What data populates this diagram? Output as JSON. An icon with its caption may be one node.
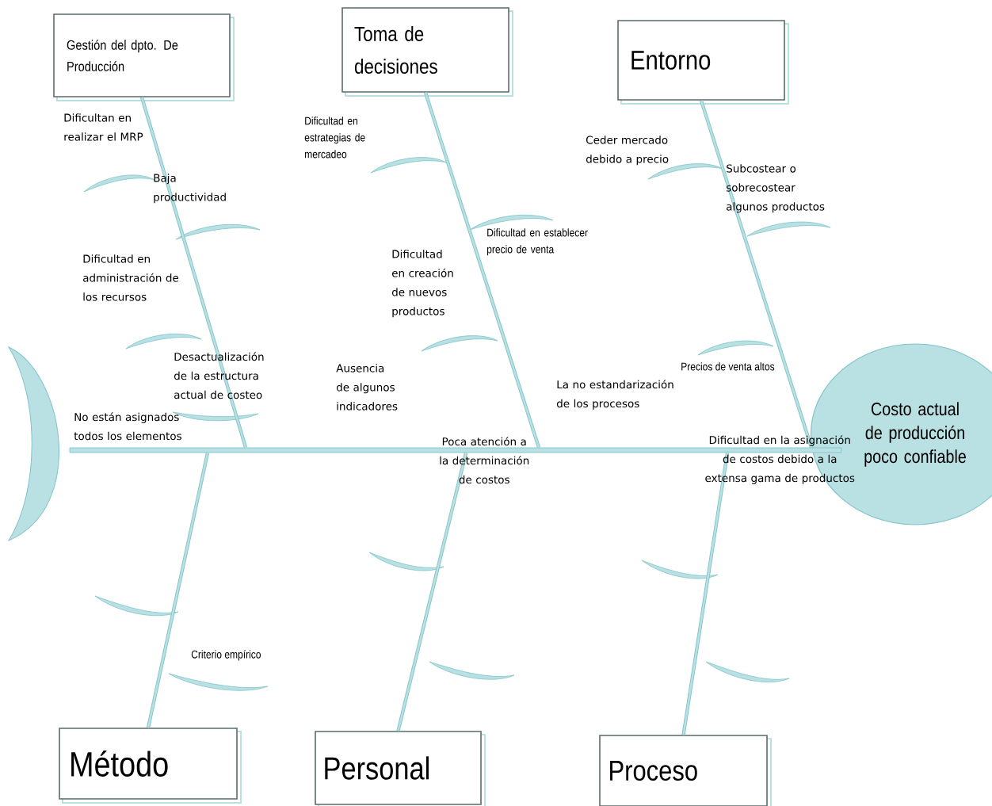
{
  "diagram": {
    "nodes": [
      {
        "text": [
          "Gestión del dpto. De Producción"
        ]
      },
      {
        "text": [
          "Toma de decisiones"
        ]
      },
      {
        "text": [
          "Entorno"
        ]
      },
      {
        "text": [
          "Costo actual de producción poco confiable"
        ]
      },
      {
        "text": [
          "Método"
        ]
      },
      {
        "text": [
          "Personal"
        ]
      },
      {
        "text": [
          "Proceso"
        ]
      },
      {
        "text": [],
        "shape": "crescent"
      },
      {
        "text": [],
        "shape": "bar"
      }
    ],
    "edges": [
      {
        "from": 0,
        "to": 8,
        "arrow": "none"
      },
      {
        "from": 1,
        "to": 8,
        "arrow": "none"
      },
      {
        "from": 2,
        "to": 8,
        "arrow": "none"
      },
      {
        "from": 4,
        "to": 8,
        "arrow": "none"
      },
      {
        "from": 5,
        "to": 8,
        "arrow": "none"
      },
      {
        "from": 6,
        "to": 8,
        "arrow": "none"
      }
    ],
    "labels": [
      "Dificultan en realizar el MRP",
      "Baja productividad",
      "Dificultad en estrategias de mercadeo",
      "Ceder mercado debido a precio",
      "Subcostear o sobrecostear algunos productos",
      "Dificultad en establecer precio de venta",
      "Dificultad en creación de nuevos productos",
      "Dificultad en administración de los recursos",
      "Desactualización de la estructura actual de costeo",
      "Precios de venta altos",
      "Ausencia de algunos indicadores",
      "La no estandarización de los procesos",
      "No están asignados todos los elementos",
      "Poca atención a la determinación de costos",
      "Dificultad en la asignación de costos debido a la extensa gama de productos",
      "Criterio empírico"
    ]
  }
}
